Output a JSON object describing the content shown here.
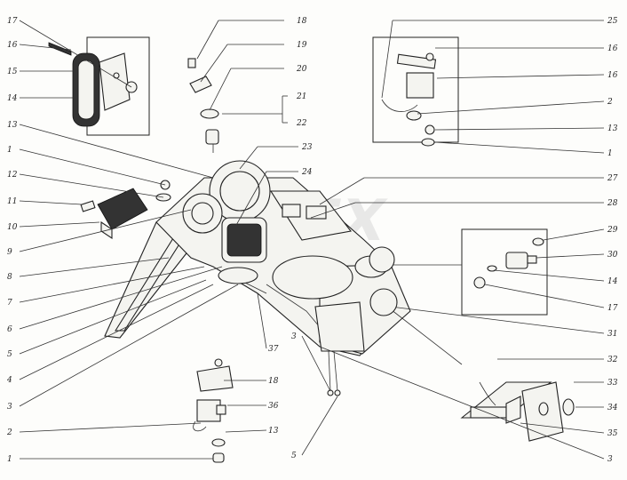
{
  "labels_left": [
    "17",
    "16",
    "15",
    "14",
    "13",
    "1",
    "12",
    "11",
    "10",
    "9",
    "8",
    "7",
    "6",
    "5",
    "4",
    "3",
    "2",
    "1"
  ],
  "labels_top_mid": [
    "18",
    "19",
    "20",
    "21",
    "22",
    "23",
    "24"
  ],
  "labels_right": [
    "25",
    "16",
    "16",
    "2",
    "13",
    "1",
    "27",
    "28",
    "29",
    "30",
    "14",
    "17",
    "31",
    "32",
    "33",
    "34",
    "35",
    "3"
  ],
  "labels_bottom": [
    "18",
    "36",
    "13",
    "37",
    "3",
    "5"
  ],
  "watermark": "DEX"
}
